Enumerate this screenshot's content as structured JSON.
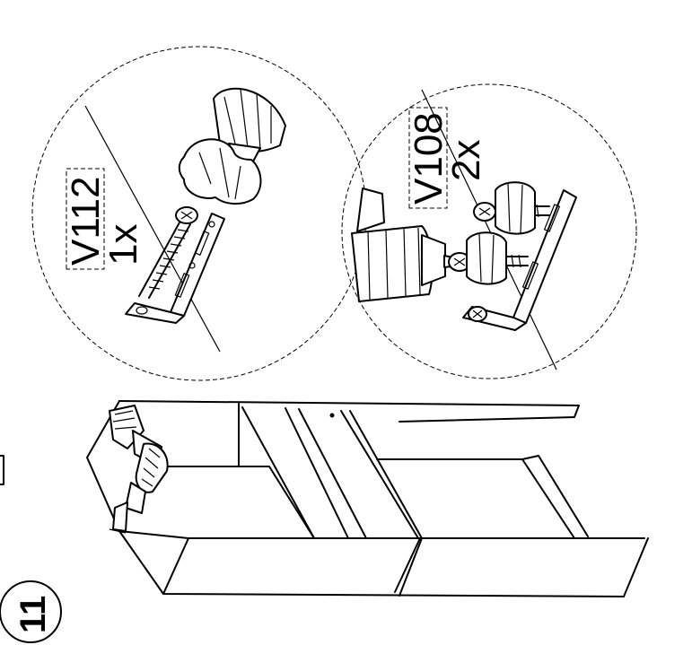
{
  "step": {
    "number": "11"
  },
  "detail_left": {
    "part_code": "V112",
    "quantity": "1x"
  },
  "detail_right": {
    "part_code": "V108",
    "quantity": "2x"
  }
}
